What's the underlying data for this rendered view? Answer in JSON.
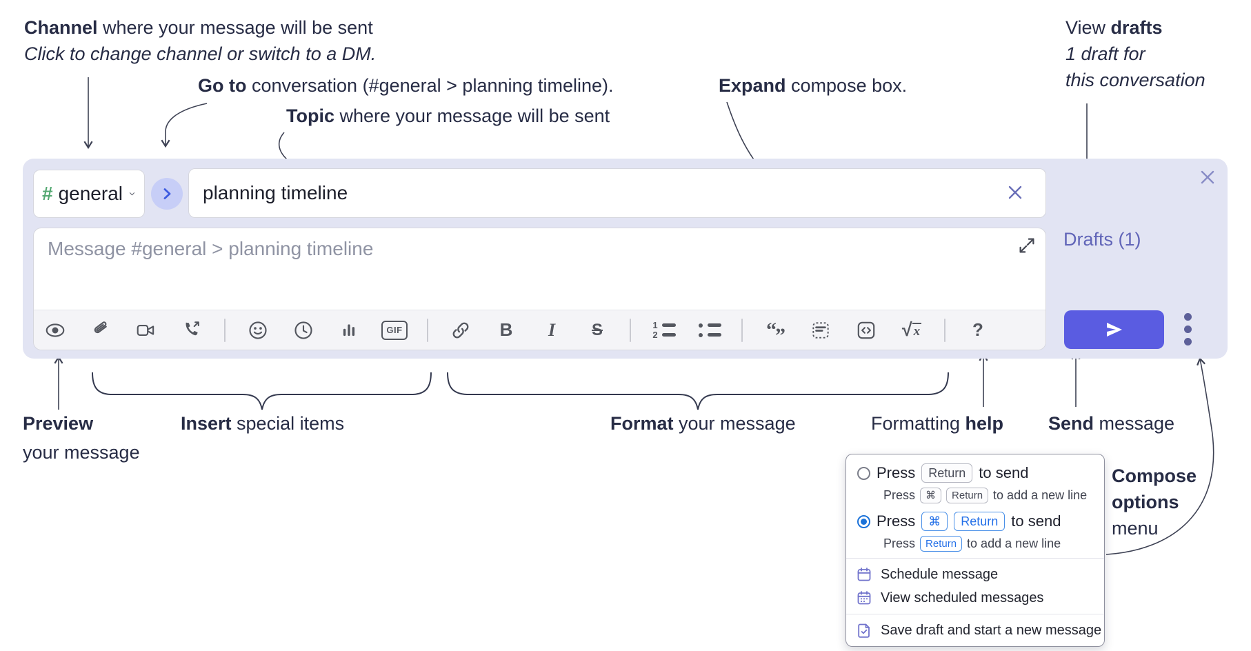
{
  "colors": {
    "compose_bg_lavender": "#e2e4f3",
    "send_button_indigo": "#5a5ce1",
    "drafts_link_purple": "#6165b8",
    "channel_hash_green": "#53a871",
    "keycap_blue": "#2470e8",
    "radio_selected_blue": "#1b72d9",
    "menu_icon_purple": "#7173cc",
    "toolbar_icon_gray": "#53565e",
    "annotation_navy": "#272c45"
  },
  "annotations": {
    "channel": {
      "bold": "Channel",
      "rest": " where your message will be sent",
      "line2": "Click to change channel or switch to a DM."
    },
    "goto": {
      "bold": "Go to",
      "rest": " conversation (#general > planning timeline)."
    },
    "topic": {
      "bold": "Topic",
      "rest": " where your message will be sent"
    },
    "expand": {
      "bold": "Expand",
      "rest": " compose box."
    },
    "view_drafts": {
      "pre": "View ",
      "bold": "drafts",
      "line2": "1 draft for",
      "line3": "this conversation"
    },
    "preview": {
      "bold": "Preview",
      "line2": "your message"
    },
    "insert": {
      "bold": "Insert",
      "rest": " special items"
    },
    "format": {
      "bold": "Format",
      "rest": " your message"
    },
    "formatting_help": {
      "pre": "Formatting ",
      "bold": "help"
    },
    "send": {
      "bold": "Send",
      "rest": " message"
    },
    "compose_options": {
      "line1": "Compose",
      "line2": "options",
      "line3": "menu"
    }
  },
  "compose": {
    "channel_prefix": "#",
    "channel_name": "general",
    "topic_value": "planning timeline",
    "message_placeholder": "Message #general > planning timeline",
    "drafts_label": "Drafts (1)"
  },
  "toolbar": {
    "gif": "GIF",
    "bold": "B",
    "italic": "I",
    "strike": "S",
    "ol1": "1",
    "ol2": "2",
    "quote_open": "“",
    "quote_close": "”",
    "formula_root": "√",
    "formula_var": "x",
    "help": "?"
  },
  "options_menu": {
    "radio1": {
      "press": "Press",
      "key1": "Return",
      "suffix": "to send",
      "sub_press": "Press",
      "sub_key1": "⌘",
      "sub_key2": "Return",
      "sub_suffix": "to add a new line"
    },
    "radio2": {
      "press": "Press",
      "key1": "⌘",
      "key2": "Return",
      "suffix": "to send",
      "sub_press": "Press",
      "sub_key1": "Return",
      "sub_suffix": "to add a new line"
    },
    "items": [
      {
        "label": "Schedule message"
      },
      {
        "label": "View scheduled messages"
      },
      {
        "label": "Save draft and start a new message"
      }
    ]
  }
}
